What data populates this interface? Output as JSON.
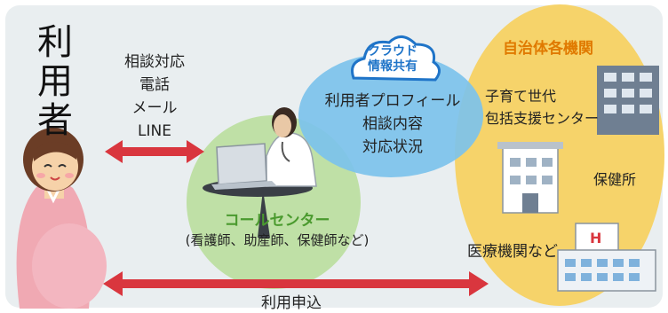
{
  "user": {
    "label": "利用者"
  },
  "contact_methods": [
    "相談対応",
    "電話",
    "メール",
    "LINE"
  ],
  "cloud": {
    "badge": [
      "クラウド",
      "情報共有"
    ],
    "items": [
      "利用者プロフィール",
      "相談内容",
      "対応状況"
    ]
  },
  "call_center": {
    "name": "コールセンター",
    "staff": "(看護師、助産師、保健師など)"
  },
  "government": {
    "title": "自治体各機関",
    "items": [
      "子育て世代",
      "包括支援センター",
      "保健所",
      "医療機関など"
    ]
  },
  "application": {
    "label": "利用申込"
  },
  "colors": {
    "arrow": "#d9363e",
    "cloud": "#7cc2ec",
    "call_center_circle": "#bfe0a6",
    "government_area": "#f6d36a",
    "call_center_text": "#4a9a2e",
    "government_text": "#e07a00"
  }
}
